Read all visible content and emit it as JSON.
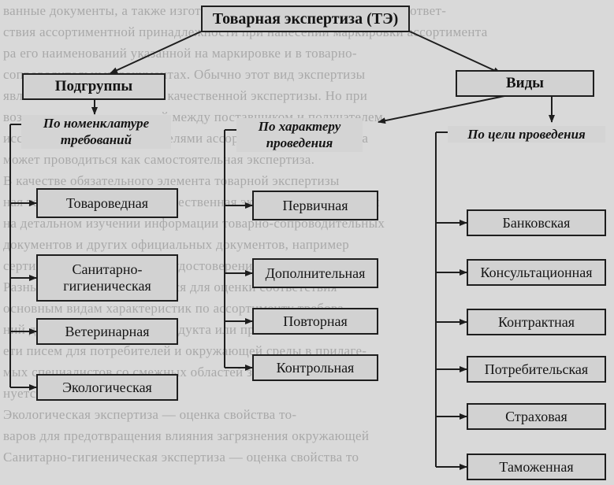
{
  "title": "Товарная экспертиза (ТЭ)",
  "subgroups": "Подгруппы",
  "types": "Виды",
  "categories": {
    "nomenclature": "По номенклатуре требований",
    "character": "По характеру проведения",
    "purpose": "По цели проведения"
  },
  "nomenclature_items": [
    "Товароведная",
    "Санитарно-гигиеническая",
    "Ветеринарная",
    "Экологическая"
  ],
  "character_items": [
    "Первичная",
    "Дополнительная",
    "Повторная",
    "Контрольная"
  ],
  "purpose_items": [
    "Банковская",
    "Консультационная",
    "Контрактная",
    "Потребительская",
    "Страховая",
    "Таможенная"
  ],
  "background_text": [
    "ванные документы, а также изготовителем товаров, сертификатов соответ-",
    "ствия ассортиментной принадлежности при нанесении маркировки ассортимента",
    "ра его наименований указанной на маркировке и в товарно-",
    "сопроводительных документах. Обычно этот вид экспертизы",
    "является составной частью качественной экспертизы. Но при",
    "возникновении разногласий между поставщиком и получателем,",
    "исследованиями с потребителями ассортиментная экспертиза",
    "может проводиться как самостоятельная экспертиза.",
    "    В качестве обязательного элемента товарной экспертизы",
    "ная также применяется количественная экспертиза, основанная",
    "на детальном изучении информации товарно-сопроводительных",
    "документов и других официальных документов, например",
    "сертификата, качественного удостоверения и пр.",
    "    Разные экспертизы проводятся для оценки соответствия",
    "основным видам характеристик по ассортименту требова-",
    "ний для нового пищевого продукта или при нанесении",
    "ети писем для потребителей и окружающей среды в прилаге-",
    "мых специалистов со смежных областей знаний, то она име-",
    "нуется комплексной.",
    "    Экологическая экспертиза — оценка свойства то-",
    "варов для предотвращения влияния загрязнения окружающей",
    "    Санитарно-гигиеническая экспертиза — оценка свойства то"
  ]
}
